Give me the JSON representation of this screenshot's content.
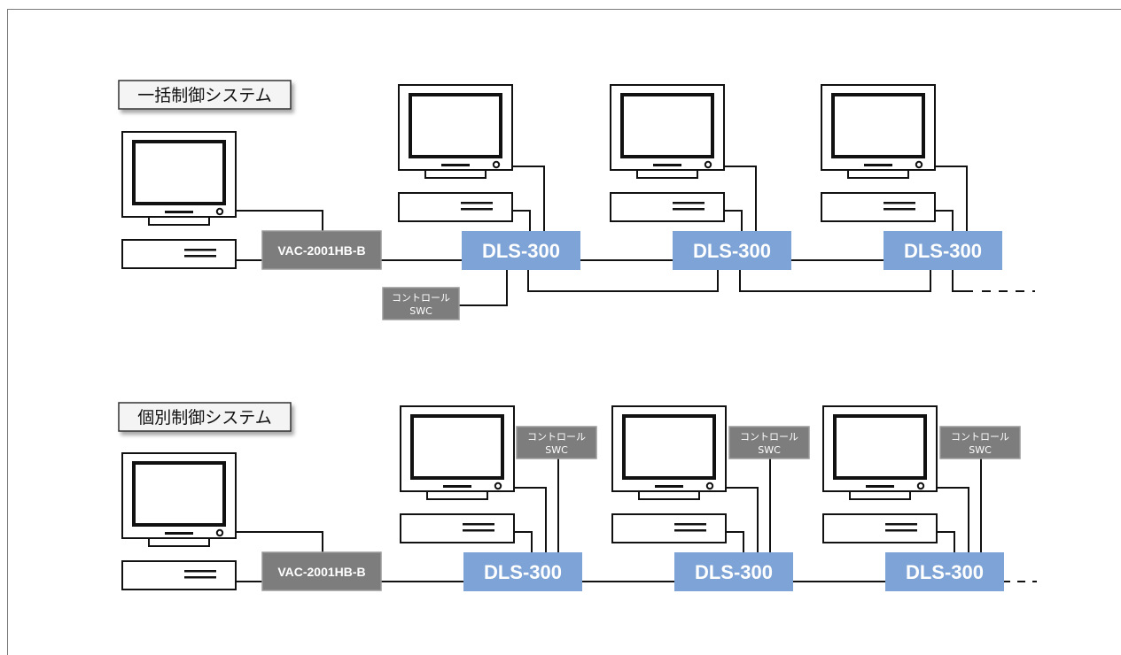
{
  "sections": [
    {
      "title": "一括制御システム",
      "vac_label": "VAC-2001HB-B",
      "dls_label": "DLS-300",
      "swc_line1": "コントロール",
      "swc_line2": "SWC"
    },
    {
      "title": "個別制御システム",
      "vac_label": "VAC-2001HB-B",
      "dls_label": "DLS-300",
      "swc_line1": "コントロール",
      "swc_line2": "SWC"
    }
  ],
  "colors": {
    "dls_box": "#7ea3d6",
    "gray_box": "#7d7d7d",
    "line": "#111111"
  }
}
